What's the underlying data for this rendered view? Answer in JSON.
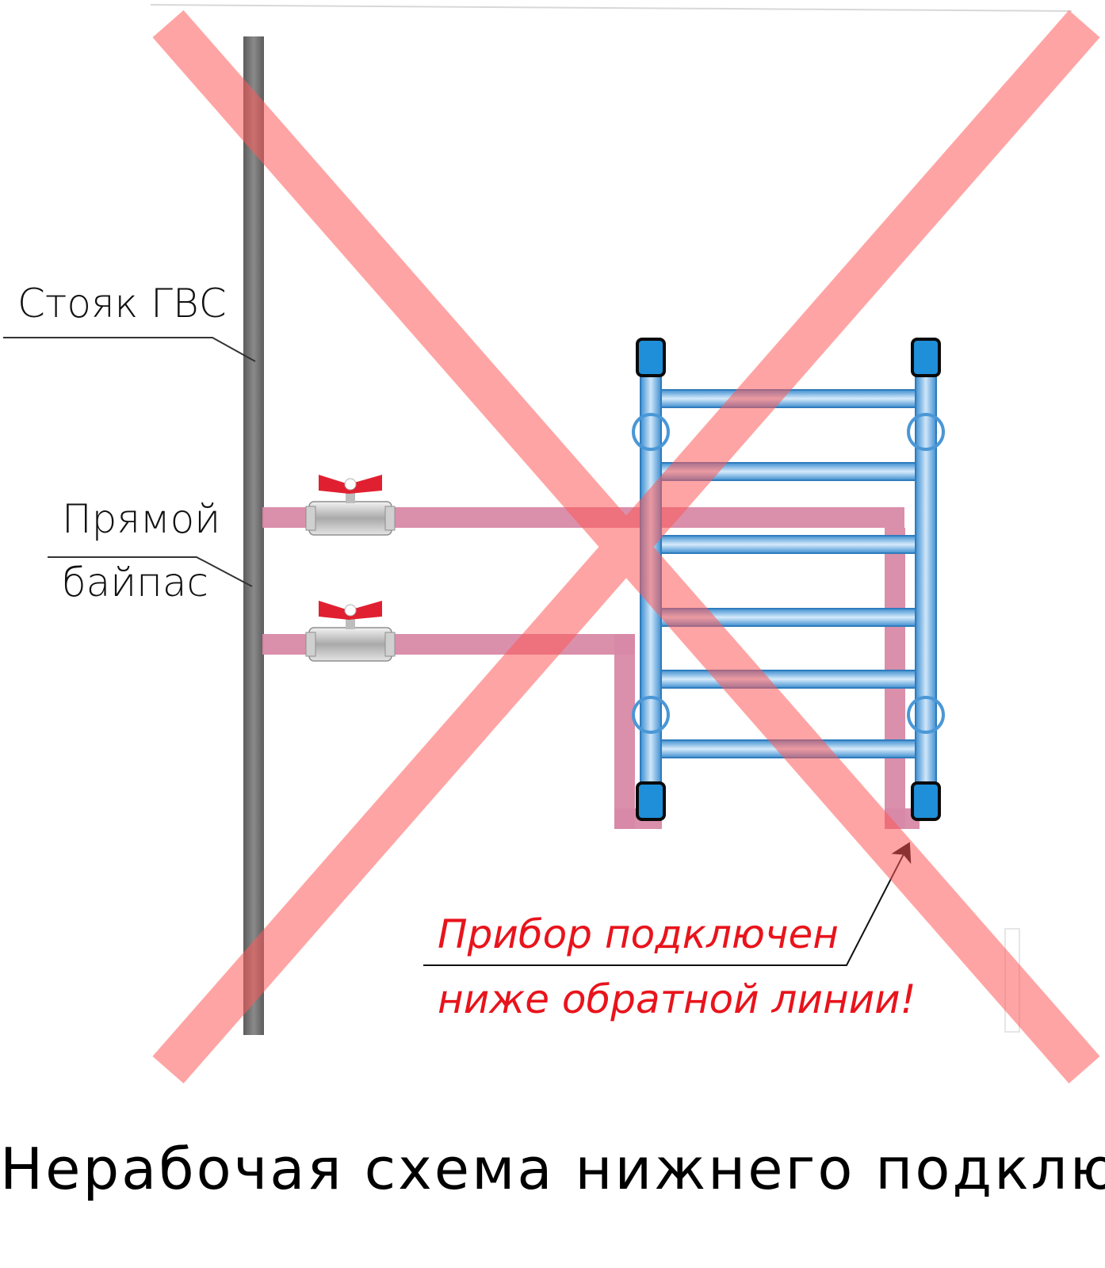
{
  "labels": {
    "riser": "Стояк ГВС",
    "bypass_line1": "Прямой",
    "bypass_line2": "байпас",
    "warning_line1": "Прибор подключен",
    "warning_line2": "ниже обратной линии!"
  },
  "caption": "Нерабочая схема нижнего подключения",
  "colors": {
    "riser_pipe": "#6f6f6f",
    "supply_pipe": "#d889a6",
    "radiator": "#5aa3dc",
    "radiator_cap": "#1e8fd8",
    "valve_handle": "#e02030",
    "valve_body": "#c8c8c8",
    "cross": "#ff7a7a",
    "warning_text": "#e8141c",
    "label_text": "#111111"
  },
  "icons": {
    "valves": "ball-valve-icon",
    "prohibition_cross": "cross-icon",
    "leader_arrow": "arrow-icon"
  }
}
